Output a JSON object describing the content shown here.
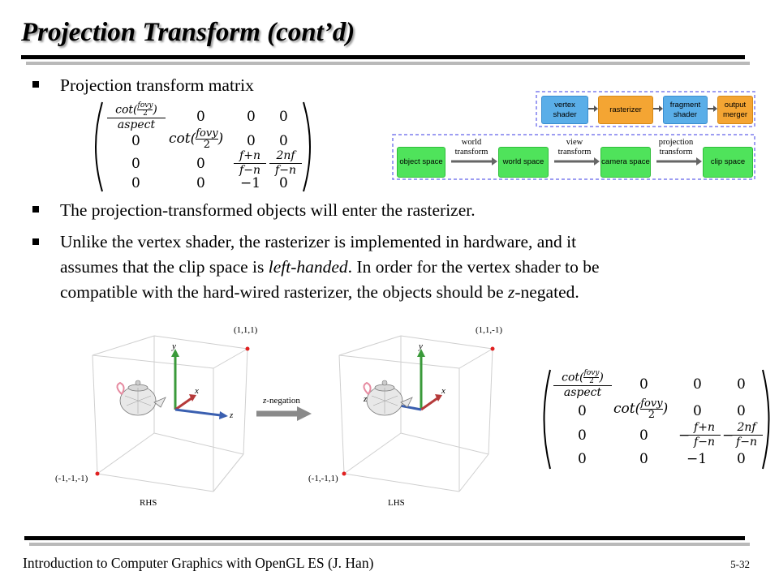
{
  "title": "Projection Transform (cont’d)",
  "bullets": {
    "b1": "Projection transform matrix",
    "b2": "The projection-transformed objects will enter the rasterizer.",
    "b3_line1": "Unlike the vertex shader, the rasterizer is implemented in hardware, and it",
    "b3_line2_pre": "assumes that the clip space is ",
    "b3_line2_em": "left-handed",
    "b3_line2_post": ". In order for the vertex shader to be",
    "b3_line3_pre": "compatible with the hard-wired rasterizer, the objects should be ",
    "b3_line3_em": "z",
    "b3_line3_post": "-negated."
  },
  "matrix1": {
    "cot": "cot(",
    "fovy": "fovy",
    "two": "2",
    "close": ")",
    "aspect": "aspect",
    "fpn": "f+n",
    "fmn": "f−n",
    "twonf": "2nf",
    "zero": "0",
    "neg1": "−1"
  },
  "matrix2": {
    "minus": "−"
  },
  "pipeline": {
    "vertex_shader": "vertex shader",
    "rasterizer": "rasterizer",
    "fragment_shader": "fragment shader",
    "output_merger": "output merger",
    "object_space": "object space",
    "world_space": "world space",
    "camera_space": "camera space",
    "clip_space": "clip space",
    "world_transform": "world transform",
    "view_transform": "view transform",
    "projection_transform": "projection transform"
  },
  "figure": {
    "rhs_corner_top": "(1,1,1)",
    "rhs_corner_bottom": "(-1,-1,-1)",
    "lhs_corner_top": "(1,1,-1)",
    "lhs_corner_bottom": "(-1,-1,1)",
    "rhs_label": "RHS",
    "lhs_label": "LHS",
    "arrow_label_z": "z",
    "arrow_label_rest": "-negation",
    "axis_x": "x",
    "axis_y": "y",
    "axis_z": "z"
  },
  "footer": {
    "course": "Introduction to Computer Graphics with OpenGL ES (J. Han)",
    "page": "5-32"
  },
  "colors": {
    "blue_box": "#5aaee8",
    "orange_box": "#f4a533",
    "green_box": "#4fe35b",
    "dashed_border": "#7d7dee"
  }
}
